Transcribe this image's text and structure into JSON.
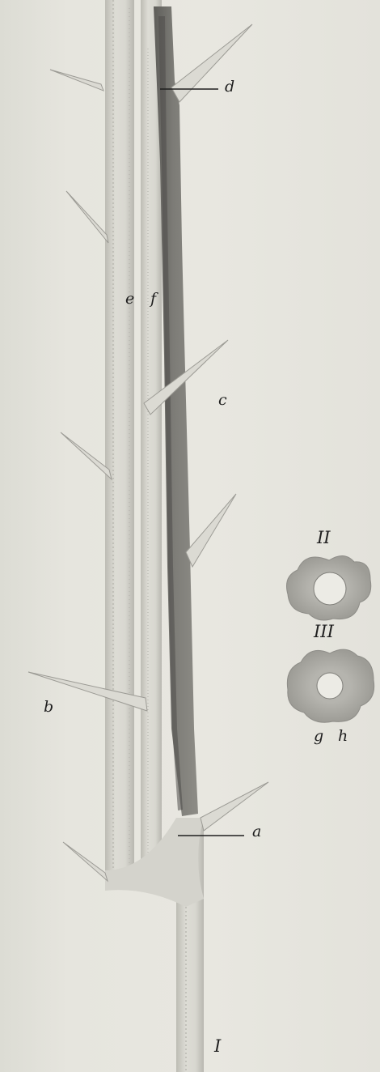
{
  "figure": {
    "labels": {
      "a": "a",
      "b": "b",
      "c": "c",
      "d": "d",
      "e": "e",
      "f": "f",
      "g": "g",
      "h": "h"
    },
    "figure_numbers": {
      "fig1": "I",
      "fig2": "II",
      "fig3": "III"
    },
    "colors": {
      "background": "#e4e3dd",
      "stem_pale": "#d7d6cf",
      "stem_dark": "#6f6e6a",
      "ink": "#1f1f1f",
      "section_ring": "#a6a59f",
      "section_pith": "#ecebe5"
    }
  }
}
